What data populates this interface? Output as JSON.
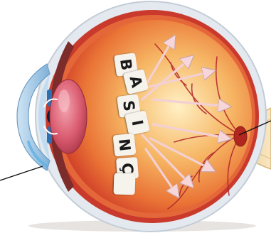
{
  "diagram": {
    "label_tiles": [
      "B",
      "A",
      "S",
      "I",
      "N",
      "Ç",
      ""
    ]
  },
  "colors": {
    "sclera": "#e8eef4",
    "choroid": "#d9402a",
    "retina": "#f08a3a",
    "vitreous_center": "#fbe3a3",
    "lens": "#d85a6e",
    "cornea": "#9bc4e6",
    "iris": "#2f6fb0",
    "optic_nerve": "#f4d7a0",
    "optic_disc": "#c0261d",
    "arrow": "#f3d0d3",
    "vessel": "#b8242a"
  }
}
